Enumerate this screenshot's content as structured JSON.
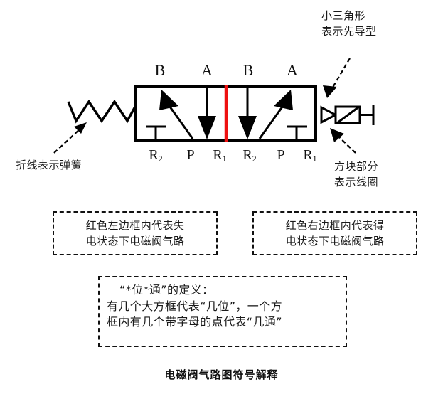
{
  "caption": "电磁阀气路图符号解释",
  "annotations": {
    "pilot": "小三角形\n表示先导型",
    "spring": "折线表示弹簧",
    "coil": "方块部分\n表示线圈"
  },
  "valve": {
    "top_ports": [
      "B",
      "A",
      "B",
      "A"
    ],
    "bottom_ports": [
      {
        "letter": "R",
        "sub": "2"
      },
      {
        "letter": "P",
        "sub": ""
      },
      {
        "letter": "R",
        "sub": "1"
      },
      {
        "letter": "R",
        "sub": "2"
      },
      {
        "letter": "P",
        "sub": ""
      },
      {
        "letter": "R",
        "sub": "1"
      }
    ],
    "divider_color": "#ee1111",
    "line_color": "#000000"
  },
  "notes": {
    "left": "红色左边框内代表失\n电状态下电磁阀气路",
    "right": "红色右边框内代表得\n电状态下电磁阀气路"
  },
  "definition": {
    "title": "“*位*通”的定义：",
    "line1": "有几个大方框代表“几位”，一个方",
    "line2": "框内有几个带字母的点代表“几通”"
  }
}
